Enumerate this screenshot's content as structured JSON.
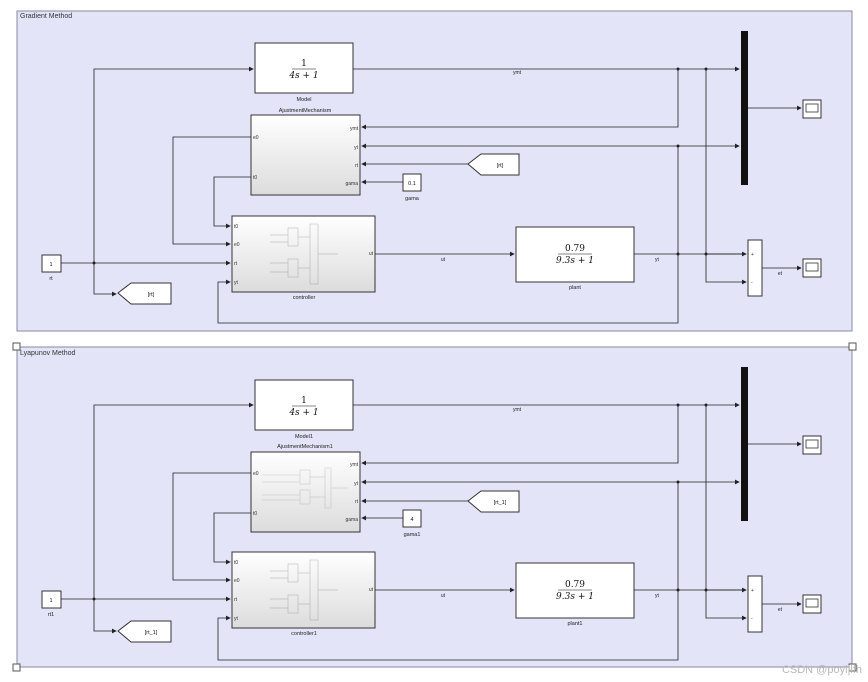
{
  "subsystems": [
    {
      "title": "Gradient Method",
      "model": {
        "num": "1",
        "den": "4s + 1",
        "label": "Model"
      },
      "mechanism": {
        "label": "AjustmentMechanism",
        "ports_in_left": [
          "e0",
          "t0"
        ],
        "ports_in_right": [
          "ymt",
          "yt",
          "rt",
          "gama"
        ]
      },
      "gain": {
        "value": "0.1",
        "label": "gama"
      },
      "goto_rt": "[rt]",
      "from_rt": "[rt]",
      "controller": {
        "label": "controller",
        "ports_in": [
          "t0",
          "e0",
          "rt",
          "yt"
        ],
        "port_out": "ut"
      },
      "plant": {
        "num": "0.79",
        "den": "9.3s + 1",
        "label": "plant"
      },
      "input": {
        "value": "1",
        "label": "rt"
      },
      "signals": {
        "ymt": "ymt",
        "ut": "ut",
        "yt": "yt",
        "et": "et"
      },
      "sum_signs": [
        "+",
        "-"
      ]
    },
    {
      "title": "Lyapunov Method",
      "model": {
        "num": "1",
        "den": "4s + 1",
        "label": "Model1"
      },
      "mechanism": {
        "label": "AjustmentMechanism1",
        "ports_in_left": [
          "e0",
          "t0"
        ],
        "ports_in_right": [
          "ymt",
          "yt",
          "rt",
          "gama"
        ]
      },
      "gain": {
        "value": "4",
        "label": "gama1"
      },
      "goto_rt": "[rt_1]",
      "from_rt": "[rt_1]",
      "controller": {
        "label": "controller1",
        "ports_in": [
          "t0",
          "e0",
          "rt",
          "yt"
        ],
        "port_out": "ut"
      },
      "plant": {
        "num": "0.79",
        "den": "9.3s + 1",
        "label": "plant1"
      },
      "input": {
        "value": "1",
        "label": "rt1"
      },
      "signals": {
        "ymt": "ymt",
        "ut": "ut",
        "yt": "yt",
        "et": "et"
      },
      "sum_signs": [
        "+",
        "-"
      ]
    }
  ],
  "watermark": "CSDN @poyi|lfh",
  "colors": {
    "area_fill": "#e4e4f8",
    "area_stroke": "#8a8aa0",
    "block_stroke": "#333333",
    "mux_fill": "#111111",
    "wire": "#222222"
  }
}
